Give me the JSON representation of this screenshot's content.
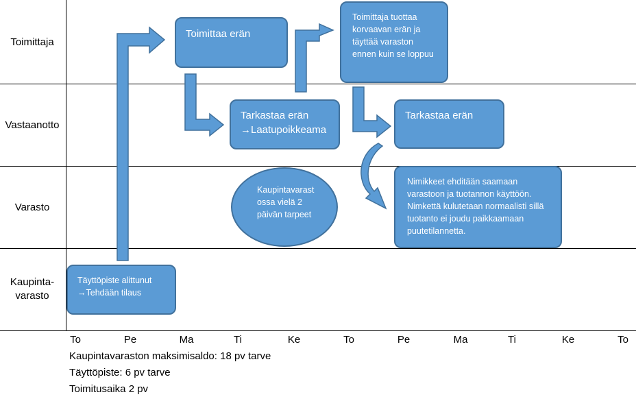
{
  "lanes": [
    "Toimittaja",
    "Vastaanotto",
    "Varasto",
    "Kaupinta-\nvarasto"
  ],
  "days": [
    "To",
    "Pe",
    "Ma",
    "Ti",
    "Ke",
    "To",
    "Pe",
    "Ma",
    "Ti",
    "Ke",
    "To"
  ],
  "boxes": {
    "toimittaa": "Toimittaa erän",
    "korvaava": "Toimittaja tuottaa korvaavan erän ja täyttää varaston ennen kuin se loppuu",
    "tarkastaa1_line1": "Tarkastaa erän",
    "tarkastaa1_line2": "→Laatupoikkeama",
    "tarkastaa2": "Tarkastaa erän",
    "kaupintavarast": "Kaupintavarast ossa vielä 2 päivän tarpeet",
    "nimikkeet": "Nimikkeet ehditään saamaan varastoon ja tuotannon käyttöön. Nimkettä kulutetaan normaalisti sillä tuotanto ei joudu paikkaamaan puutetilannetta.",
    "tayttopiste_line1": "Täyttöpiste alittunut",
    "tayttopiste_line2": "→Tehdään tilaus"
  },
  "notes": [
    "Kaupintavaraston maksimisaldo: 18 pv tarve",
    "Täyttöpiste: 6 pv tarve",
    "Toimitusaika 2 pv"
  ],
  "colors": {
    "box_fill": "#5b9bd5",
    "box_border": "#41719c",
    "text": "#ffffff"
  }
}
